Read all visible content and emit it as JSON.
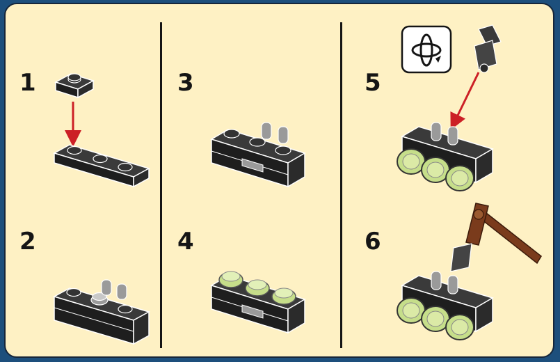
{
  "steps": [
    {
      "number": "1"
    },
    {
      "number": "2"
    },
    {
      "number": "3"
    },
    {
      "number": "4"
    },
    {
      "number": "5"
    },
    {
      "number": "6"
    }
  ],
  "icons": [
    "rotate-model-icon",
    "arrow-down-icon",
    "arrow-diagonal-icon"
  ],
  "colors": {
    "background": "#fef1c4",
    "frame": "#1d4f7c",
    "brick": "#2a2a2a",
    "wheel": "#c6de8a",
    "axe_handle": "#7a3b1c",
    "arrow": "#cc2026"
  }
}
